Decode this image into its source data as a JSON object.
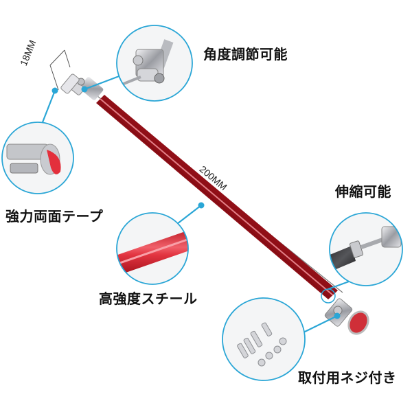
{
  "product": {
    "name": "Adjustable strut bar (red)",
    "colors": {
      "tube": "#d01a26",
      "tube_highlight": "#f47a84",
      "callout": "#2aa6d6",
      "metal": "#c8c8cc",
      "background": "#ffffff",
      "text": "#111111"
    }
  },
  "dimensions": {
    "width": "18MM",
    "length": "200MM"
  },
  "callouts": [
    {
      "id": "angle",
      "label": "角度調節可能",
      "detail": "angle-adjustable bracket"
    },
    {
      "id": "tape",
      "label": "強力両面テープ",
      "detail": "double-sided tape mount"
    },
    {
      "id": "steel",
      "label": "高強度スチール",
      "detail": "high-strength steel tube"
    },
    {
      "id": "extend",
      "label": "伸縮可能",
      "detail": "extendable threaded end"
    },
    {
      "id": "screws",
      "label": "取付用ネジ付き",
      "detail": "mounting screws included"
    }
  ]
}
